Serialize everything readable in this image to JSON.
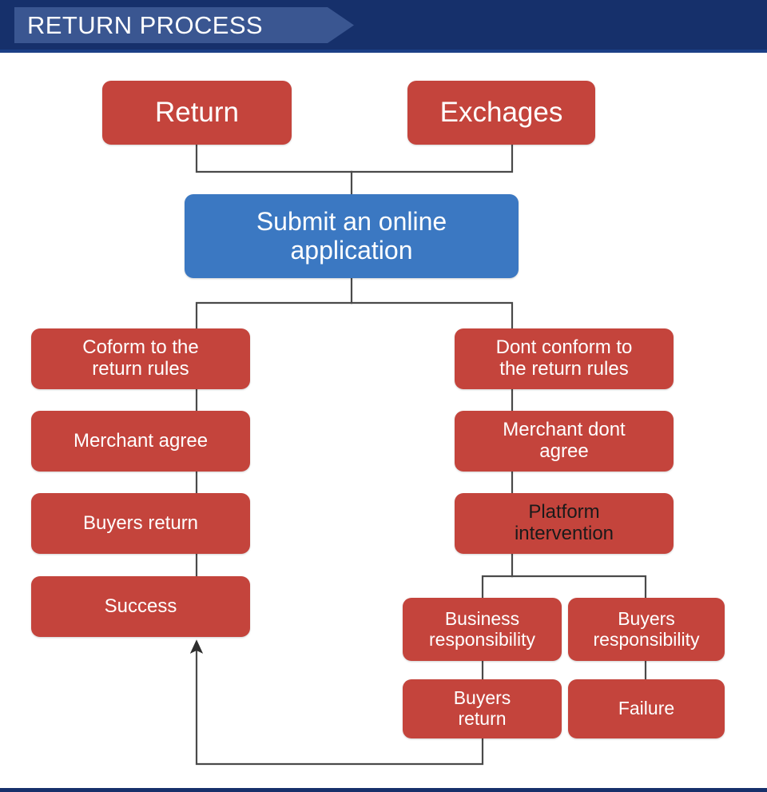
{
  "header": {
    "title": "RETURN PROCESS",
    "bar_color": "#16306b",
    "banner_color": "#3a5691",
    "title_color": "#ffffff"
  },
  "footer": {
    "line_color": "#16306b"
  },
  "palette": {
    "red": "#c4443c",
    "blue": "#3b78c2",
    "connector": "#4a4a4a",
    "background": "#ffffff",
    "white_text": "#ffffff",
    "dark_text": "#1a1a1a"
  },
  "chart_data": {
    "type": "diagram",
    "title": "RETURN PROCESS",
    "nodes": [
      {
        "id": "return",
        "label": "Return",
        "color": "#c4443c",
        "text_color": "#ffffff",
        "column": "top-left"
      },
      {
        "id": "exchanges",
        "label": "Exchages",
        "color": "#c4443c",
        "text_color": "#ffffff",
        "column": "top-right"
      },
      {
        "id": "submit",
        "label": "Submit an online application",
        "color": "#3b78c2",
        "text_color": "#ffffff",
        "column": "center"
      },
      {
        "id": "conform",
        "label": "Coform to the return rules",
        "color": "#c4443c",
        "text_color": "#ffffff",
        "column": "left"
      },
      {
        "id": "merchant-agree",
        "label": "Merchant agree",
        "color": "#c4443c",
        "text_color": "#ffffff",
        "column": "left"
      },
      {
        "id": "buyers-return-l",
        "label": "Buyers return",
        "color": "#c4443c",
        "text_color": "#ffffff",
        "column": "left"
      },
      {
        "id": "success",
        "label": "Success",
        "color": "#c4443c",
        "text_color": "#ffffff",
        "column": "left"
      },
      {
        "id": "dont-conform",
        "label": "Dont conform to the return rules",
        "color": "#c4443c",
        "text_color": "#ffffff",
        "column": "right"
      },
      {
        "id": "merchant-dont",
        "label": "Merchant dont agree",
        "color": "#c4443c",
        "text_color": "#ffffff",
        "column": "right"
      },
      {
        "id": "platform",
        "label": "Platform intervention",
        "color": "#c4443c",
        "text_color": "#1a1a1a",
        "column": "right"
      },
      {
        "id": "business-resp",
        "label": "Business responsibility",
        "color": "#c4443c",
        "text_color": "#ffffff",
        "column": "right-a"
      },
      {
        "id": "buyers-resp",
        "label": "Buyers responsibility",
        "color": "#c4443c",
        "text_color": "#ffffff",
        "column": "right-b"
      },
      {
        "id": "buyers-return-r",
        "label": "Buyers return",
        "color": "#c4443c",
        "text_color": "#ffffff",
        "column": "right-a"
      },
      {
        "id": "failure",
        "label": "Failure",
        "color": "#c4443c",
        "text_color": "#ffffff",
        "column": "right-b"
      }
    ],
    "edges": [
      {
        "from": "return",
        "to": "submit",
        "arrow": false
      },
      {
        "from": "exchanges",
        "to": "submit",
        "arrow": false
      },
      {
        "from": "submit",
        "to": "conform",
        "arrow": false
      },
      {
        "from": "submit",
        "to": "dont-conform",
        "arrow": false
      },
      {
        "from": "conform",
        "to": "merchant-agree",
        "arrow": false
      },
      {
        "from": "merchant-agree",
        "to": "buyers-return-l",
        "arrow": false
      },
      {
        "from": "buyers-return-l",
        "to": "success",
        "arrow": false
      },
      {
        "from": "dont-conform",
        "to": "merchant-dont",
        "arrow": false
      },
      {
        "from": "merchant-dont",
        "to": "platform",
        "arrow": false
      },
      {
        "from": "platform",
        "to": "business-resp",
        "arrow": false
      },
      {
        "from": "platform",
        "to": "buyers-resp",
        "arrow": false
      },
      {
        "from": "business-resp",
        "to": "buyers-return-r",
        "arrow": false
      },
      {
        "from": "buyers-resp",
        "to": "failure",
        "arrow": false
      },
      {
        "from": "buyers-return-r",
        "to": "success",
        "arrow": true
      }
    ]
  },
  "nodes": {
    "return": {
      "label": "Return"
    },
    "exchanges": {
      "label": "Exchages"
    },
    "submit": {
      "line1": "Submit an online",
      "line2": "application"
    },
    "conform": {
      "line1": "Coform to the",
      "line2": "return rules"
    },
    "merchant_agree": {
      "label": "Merchant agree"
    },
    "buyers_return_l": {
      "label": "Buyers return"
    },
    "success": {
      "label": "Success"
    },
    "dont_conform": {
      "line1": "Dont conform to",
      "line2": "the return rules"
    },
    "merchant_dont": {
      "line1": "Merchant dont",
      "line2": "agree"
    },
    "platform": {
      "line1": "Platform",
      "line2": "intervention"
    },
    "business_resp": {
      "line1": "Business",
      "line2": "responsibility"
    },
    "buyers_resp": {
      "line1": "Buyers",
      "line2": "responsibility"
    },
    "buyers_return_r": {
      "line1": "Buyers",
      "line2": "return"
    },
    "failure": {
      "label": "Failure"
    }
  }
}
